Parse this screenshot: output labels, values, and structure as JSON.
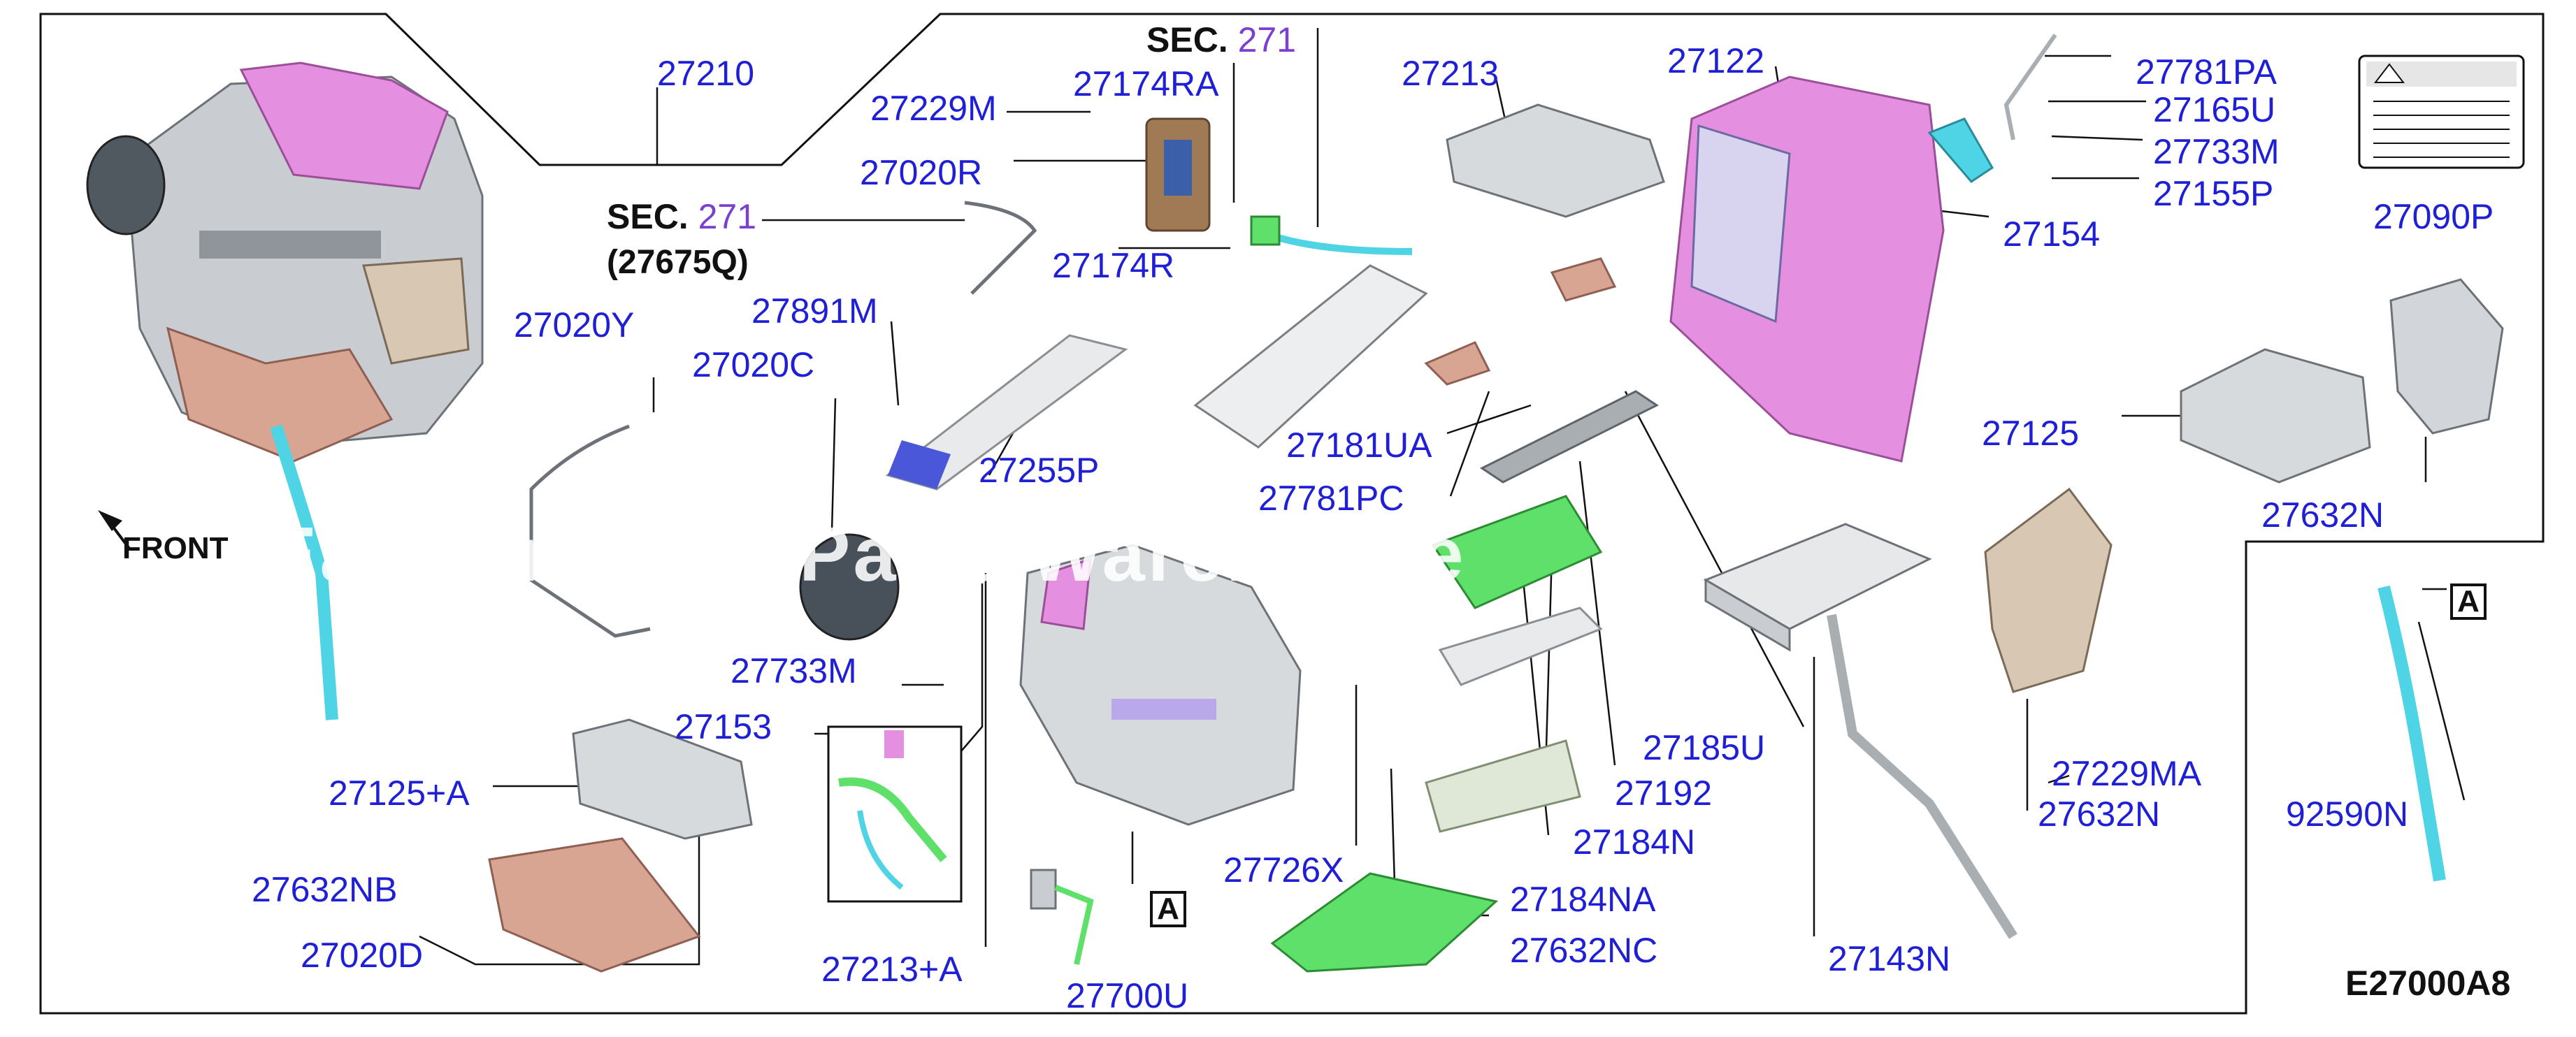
{
  "diagram_code": "E27000A8",
  "front_label": "FRONT",
  "reference_marker": "A",
  "watermark": "Eastern Auto Parts Warehouse",
  "colors": {
    "callout": "#1f1fd6",
    "section_number": "#7b3fd1",
    "pink_part": "#e58fe0",
    "cyan_part": "#4fd4e6",
    "green_part": "#5ee06a",
    "copper_part": "#d9a593",
    "beige_part": "#d8c7b2",
    "gray_part": "#c9cdd1"
  },
  "section_refs": [
    {
      "prefix": "SEC.",
      "number": "271",
      "sub": ""
    },
    {
      "prefix": "SEC.",
      "number": "271",
      "sub": "(27675Q)"
    }
  ],
  "callouts": [
    "27210",
    "27229M",
    "27174RA",
    "27213",
    "27122",
    "27781PA",
    "27165U",
    "27733M",
    "27155P",
    "27090P",
    "27020R",
    "27154",
    "27174R",
    "27020Y",
    "27891M",
    "27020C",
    "27255P",
    "27181UA",
    "27125",
    "27781PC",
    "27632N",
    "27733M",
    "27153",
    "27185U",
    "27125+A",
    "27192",
    "27229MA",
    "27632N",
    "92590N",
    "27184N",
    "27632NB",
    "27726X",
    "27184NA",
    "27020D",
    "27632NC",
    "27213+A",
    "27700U",
    "27143N"
  ],
  "warning_label": {
    "icon": "lightning-warning-icon"
  }
}
